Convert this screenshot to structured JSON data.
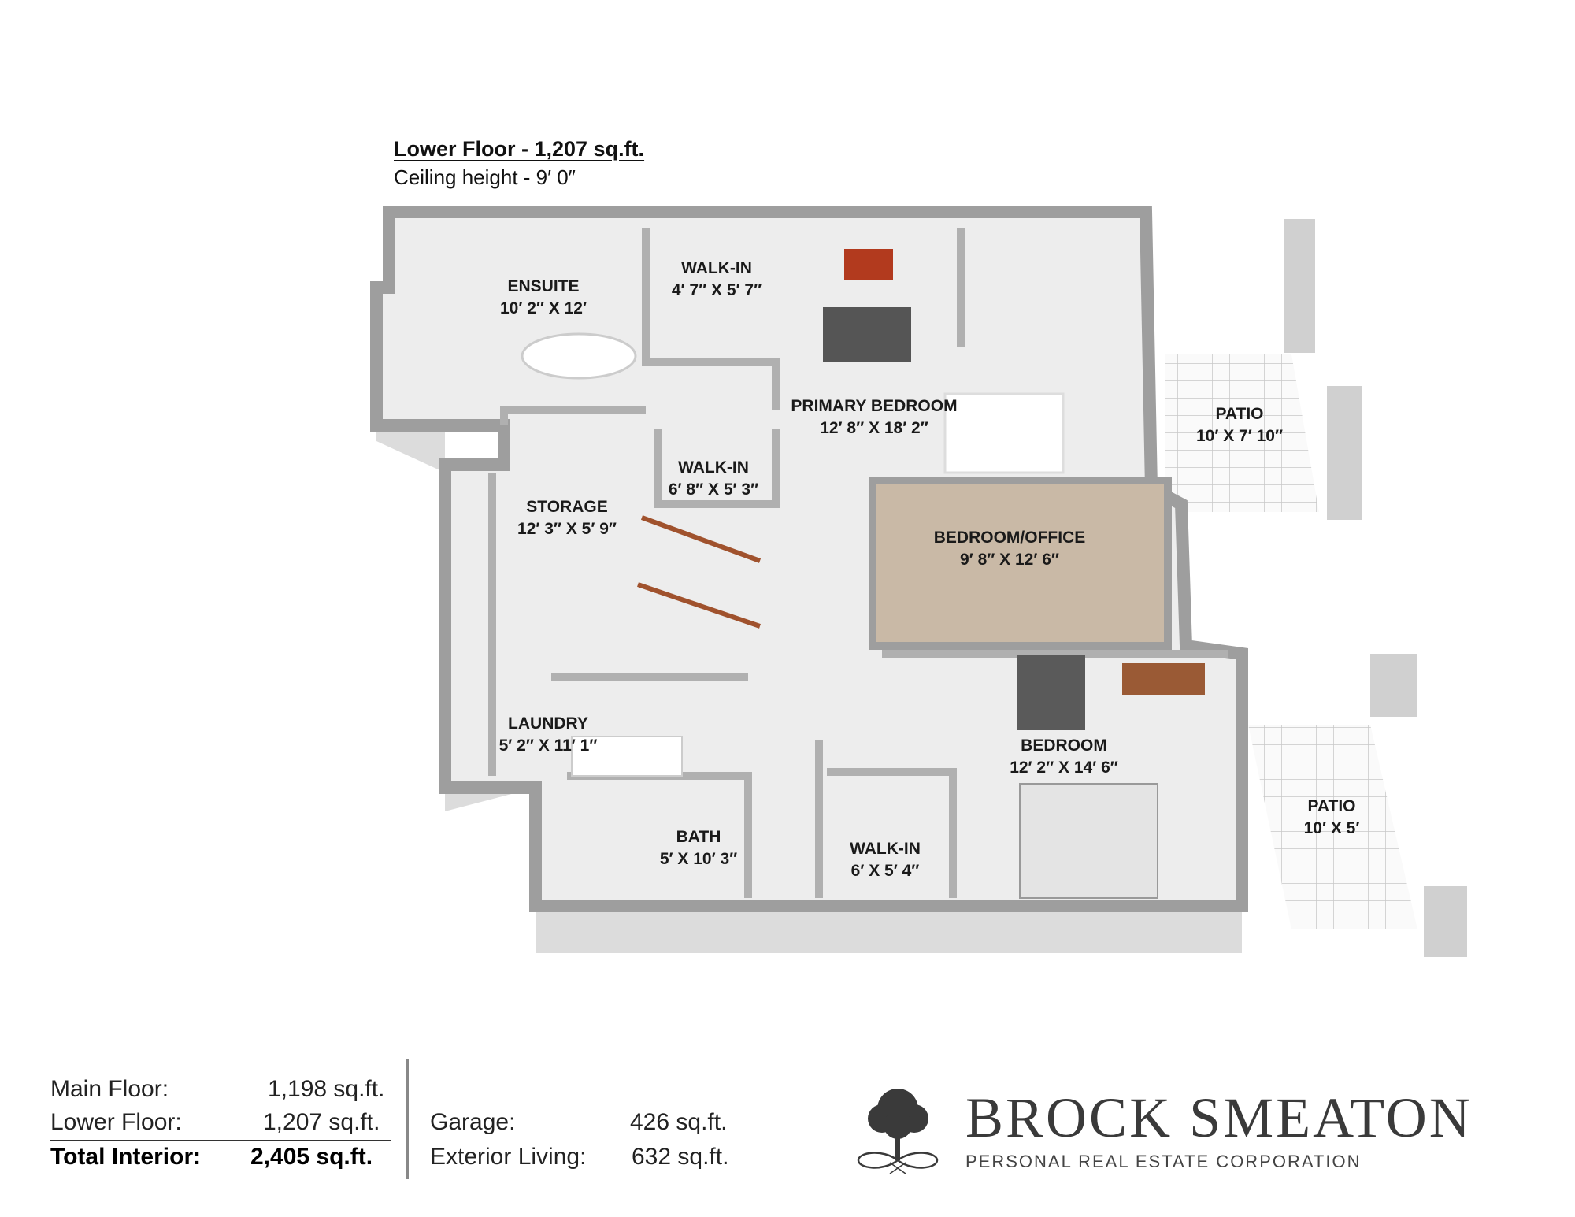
{
  "header": {
    "title": "Lower Floor - 1,207 sq.ft.",
    "subtitle": "Ceiling height - 9′ 0″"
  },
  "rooms": [
    {
      "name": "ENSUITE",
      "dims": "10′ 2″ X 12′"
    },
    {
      "name": "WALK-IN",
      "dims": "4′ 7″ X 5′ 7″"
    },
    {
      "name": "PRIMARY BEDROOM",
      "dims": "12′ 8″ X 18′ 2″"
    },
    {
      "name": "PATIO",
      "dims": "10′ X 7′ 10″"
    },
    {
      "name": "WALK-IN",
      "dims": "6′ 8″ X 5′ 3″"
    },
    {
      "name": "STORAGE",
      "dims": "12′ 3″ X 5′ 9″"
    },
    {
      "name": "BEDROOM/OFFICE",
      "dims": "9′ 8″ X 12′ 6″"
    },
    {
      "name": "LAUNDRY",
      "dims": "5′ 2″ X 11′ 1″"
    },
    {
      "name": "BEDROOM",
      "dims": "12′ 2″ X 14′ 6″"
    },
    {
      "name": "PATIO",
      "dims": "10′ X 5′"
    },
    {
      "name": "BATH",
      "dims": "5′ X 10′ 3″"
    },
    {
      "name": "WALK-IN",
      "dims": "6′ X 5′ 4″"
    }
  ],
  "stats": {
    "main_floor": {
      "label": "Main Floor:",
      "value": "1,198 sq.ft."
    },
    "lower_floor": {
      "label": "Lower Floor:",
      "value": "1,207 sq.ft."
    },
    "total": {
      "label": "Total Interior:",
      "value": "2,405 sq.ft."
    },
    "garage": {
      "label": "Garage:",
      "value": "426 sq.ft."
    },
    "exterior": {
      "label": "Exterior Living:",
      "value": "632 sq.ft."
    }
  },
  "brand": {
    "name": "BROCK SMEATON",
    "tagline": "PERSONAL REAL ESTATE CORPORATION",
    "logo_icon": "tree-icon"
  },
  "colors": {
    "wall": "#9e9e9e",
    "floor": "#ededed",
    "office_floor": "#c9b9a6",
    "text": "#1a1a1a"
  }
}
